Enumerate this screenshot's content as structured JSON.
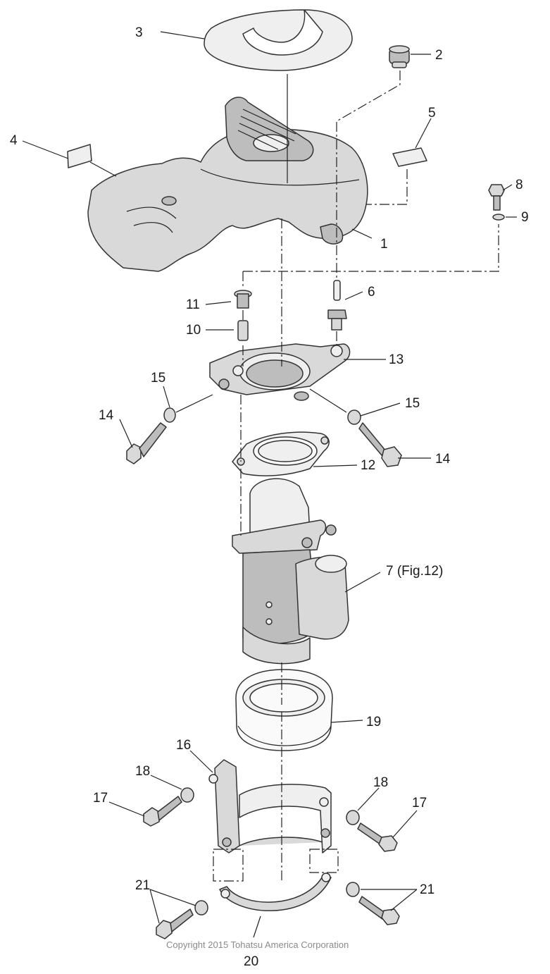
{
  "callouts": [
    {
      "id": "c1",
      "text": "1"
    },
    {
      "id": "c2",
      "text": "2"
    },
    {
      "id": "c3",
      "text": "3"
    },
    {
      "id": "c4",
      "text": "4"
    },
    {
      "id": "c5",
      "text": "5"
    },
    {
      "id": "c6",
      "text": "6"
    },
    {
      "id": "c7",
      "text": "7 (Fig.12)"
    },
    {
      "id": "c8",
      "text": "8"
    },
    {
      "id": "c9",
      "text": "9"
    },
    {
      "id": "c10",
      "text": "10"
    },
    {
      "id": "c11",
      "text": "11"
    },
    {
      "id": "c12",
      "text": "12"
    },
    {
      "id": "c13",
      "text": "13"
    },
    {
      "id": "c14a",
      "text": "14"
    },
    {
      "id": "c14b",
      "text": "14"
    },
    {
      "id": "c15a",
      "text": "15"
    },
    {
      "id": "c15b",
      "text": "15"
    },
    {
      "id": "c16",
      "text": "16"
    },
    {
      "id": "c17a",
      "text": "17"
    },
    {
      "id": "c17b",
      "text": "17"
    },
    {
      "id": "c18a",
      "text": "18"
    },
    {
      "id": "c18b",
      "text": "18"
    },
    {
      "id": "c19",
      "text": "19"
    },
    {
      "id": "c20",
      "text": "20"
    },
    {
      "id": "c21a",
      "text": "21"
    },
    {
      "id": "c21b",
      "text": "21"
    }
  ],
  "copyright": "Copyright 2015 Tohatsu America Corporation",
  "colors": {
    "ink": "#1a1a1a",
    "part_fill": "#d9d9d9",
    "copyright": "#8a8a8a"
  }
}
